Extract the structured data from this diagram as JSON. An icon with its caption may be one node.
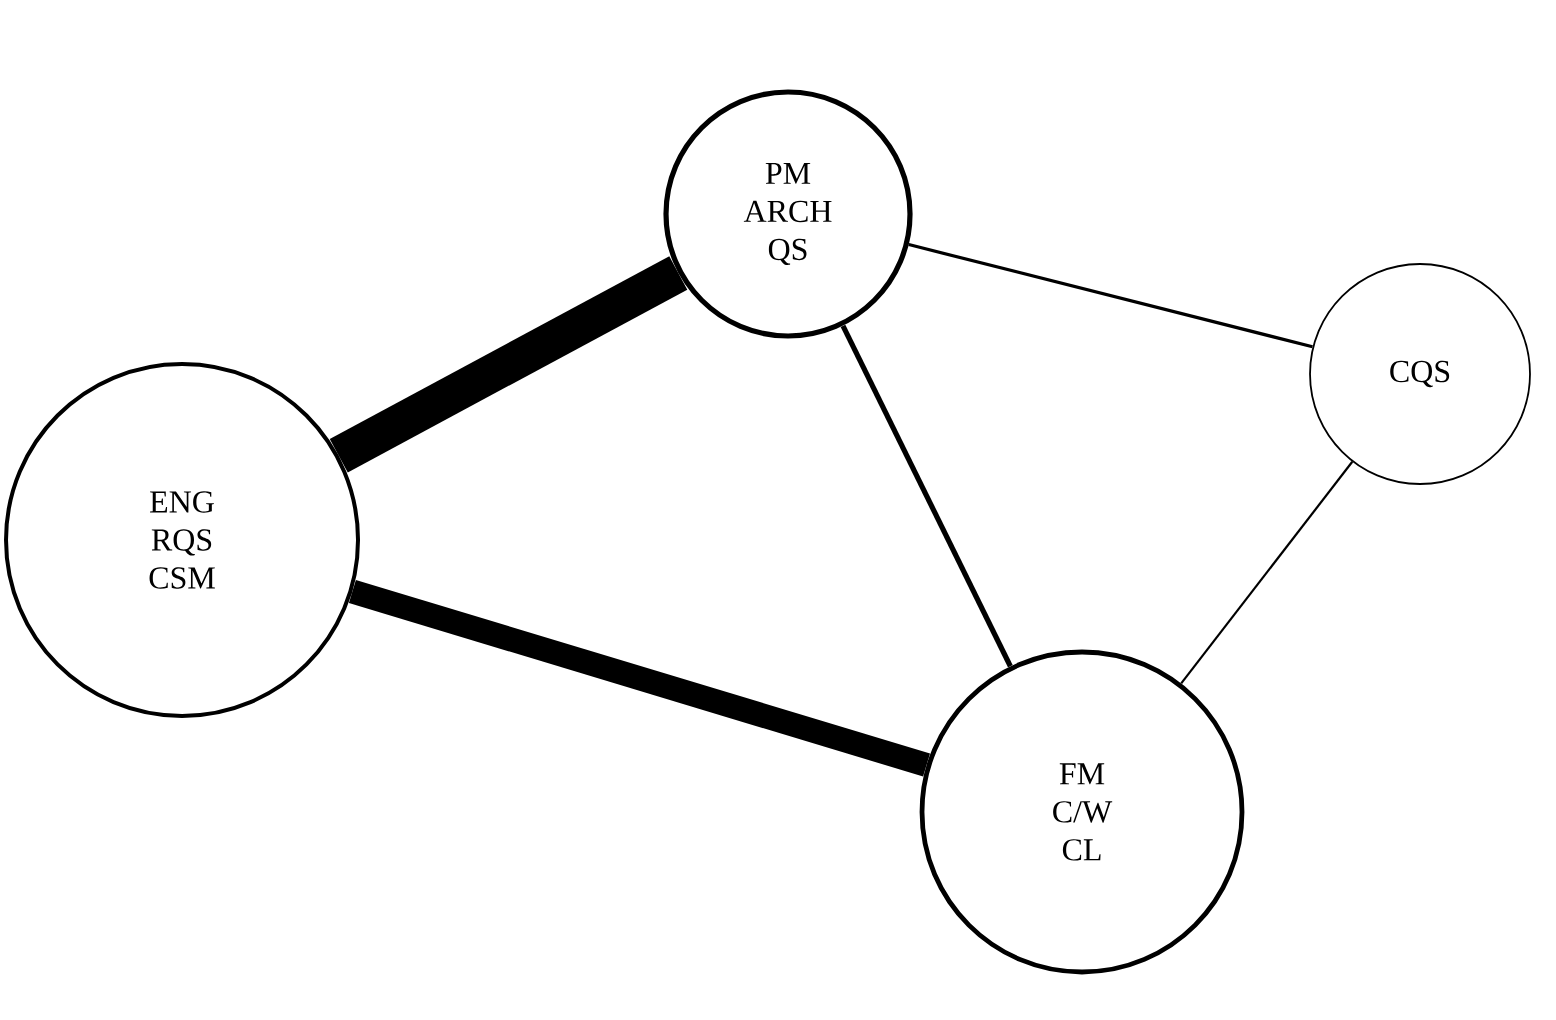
{
  "diagram": {
    "nodes": [
      {
        "text": [
          "PM",
          "ARCH",
          "QS"
        ]
      },
      {
        "text": [
          "CQS"
        ]
      },
      {
        "text": [
          "ENG",
          "RQS",
          "CSM"
        ]
      },
      {
        "text": [
          "FM",
          "C/W",
          "CL"
        ]
      }
    ],
    "edges": [
      {
        "from": 2,
        "to": 0,
        "arrow": "none",
        "style": "thick"
      },
      {
        "from": 2,
        "to": 3,
        "arrow": "none",
        "style": "thick"
      },
      {
        "from": 0,
        "to": 3,
        "arrow": "none"
      },
      {
        "from": 0,
        "to": 1,
        "arrow": "none"
      },
      {
        "from": 1,
        "to": 3,
        "arrow": "none"
      }
    ]
  }
}
